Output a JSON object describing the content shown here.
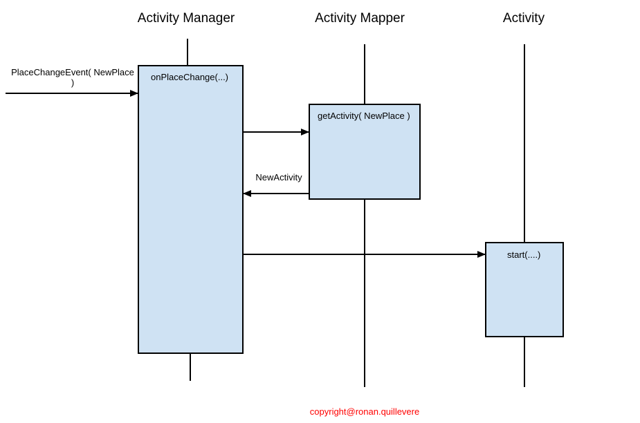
{
  "lanes": {
    "manager": "Activity Manager",
    "mapper": "Activity Mapper",
    "activity": "Activity"
  },
  "boxes": {
    "manager": "onPlaceChange(...)",
    "mapper": "getActivity( NewPlace )",
    "activity": "start(....)"
  },
  "messages": {
    "incoming_line1": "PlaceChangeEvent( NewPlace",
    "incoming_line2": ")",
    "return": "NewActivity"
  },
  "footer": {
    "copyright": "copyright@ronan.quillevere"
  },
  "colors": {
    "box_fill": "#cfe2f3",
    "line": "#000000",
    "copyright": "#ff0000"
  }
}
